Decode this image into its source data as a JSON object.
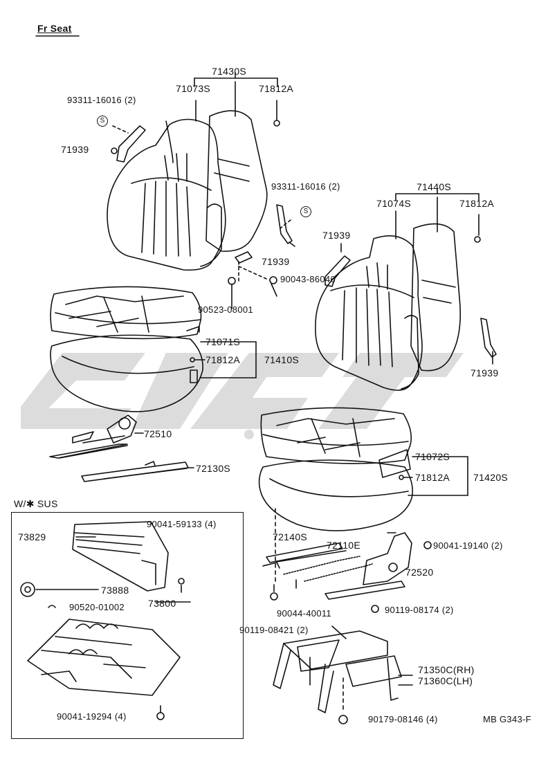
{
  "title": "Fr Seat",
  "sus_box_title": "W/✱ SUS",
  "footer_code": "MB G343-F",
  "s_mark": "S",
  "colors": {
    "ink": "#111111",
    "watermark": "#d9d9d9",
    "background": "#ffffff"
  },
  "labels": {
    "p71430S": "71430S",
    "p71073S": "71073S",
    "p71812A_1": "71812A",
    "p93311_1": "93311-16016 (2)",
    "p71939_1": "71939",
    "p93311_2": "93311-16016 (2)",
    "p71939_2": "71939",
    "p90043": "90043-86046",
    "p90523": "90523-08001",
    "p71440S": "71440S",
    "p71074S": "71074S",
    "p71812A_2": "71812A",
    "p71939_3": "71939",
    "p71939_4": "71939",
    "p71071S": "71071S",
    "p71812A_3": "71812A",
    "p71410S": "71410S",
    "p72510": "72510",
    "p72130S": "72130S",
    "p71072S": "71072S",
    "p71812A_4": "71812A",
    "p71420S": "71420S",
    "p72140S": "72140S",
    "p72110E": "72110E",
    "p90041_19140": "90041-19140 (2)",
    "p72520": "72520",
    "p90044": "90044-40011",
    "p90119_08174": "90119-08174 (2)",
    "p90119_08421": "90119-08421 (2)",
    "p71350C": "71350C",
    "p71350C_suffix": "(RH)",
    "p71360C": "71360C",
    "p71360C_suffix": "(LH)",
    "p90179": "90179-08146 (4)",
    "p73829": "73829",
    "p90041_59133": "90041-59133 (4)",
    "p73888": "73888",
    "p90520": "90520-01002",
    "p73800": "73800",
    "p90041_19294": "90041-19294 (4)"
  }
}
